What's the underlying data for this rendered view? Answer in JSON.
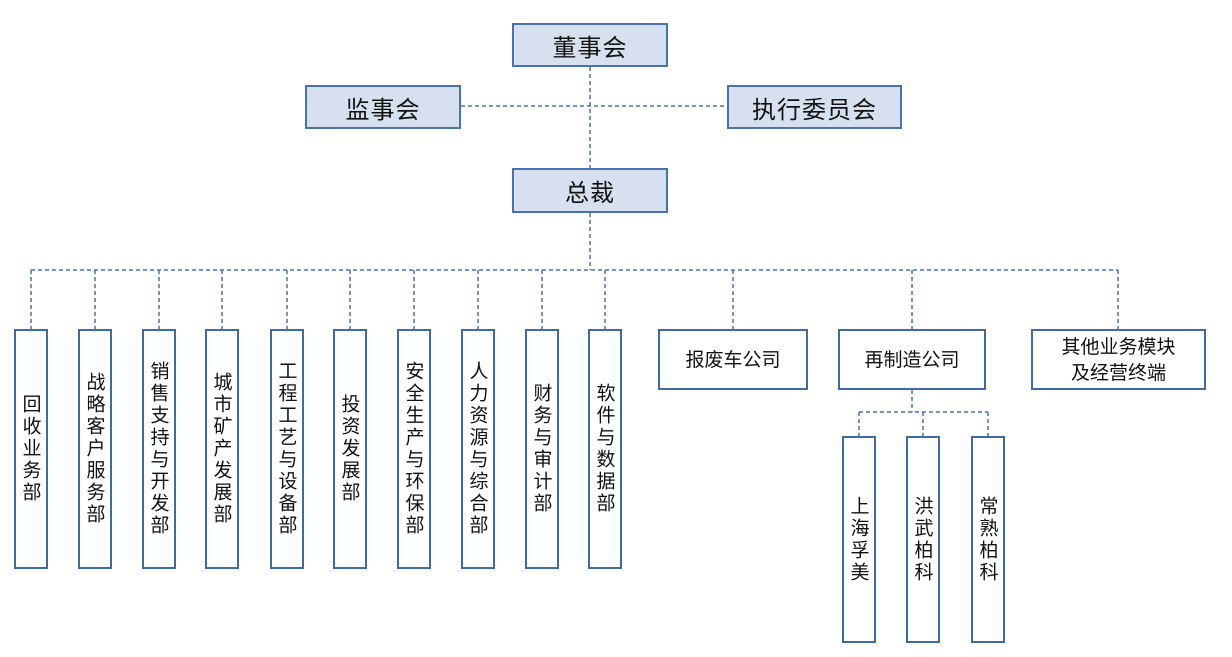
{
  "board": "董事会",
  "supervisors": "监事会",
  "executive_committee": "执行委员会",
  "president": "总裁",
  "departments": [
    "回收业务部",
    "战略客户服务部",
    "销售支持与开发部",
    "城市矿产发展部",
    "工程工艺与设备部",
    "投资发展部",
    "安全生产与环保部",
    "人力资源与综合部",
    "财务与审计部",
    "软件与数据部"
  ],
  "companies": [
    "报废车公司",
    "再制造公司",
    "其他业务模块\n及经营终端"
  ],
  "remanufacturing_subsidiaries": [
    "上海孚美",
    "洪武柏科",
    "常熟柏科"
  ]
}
